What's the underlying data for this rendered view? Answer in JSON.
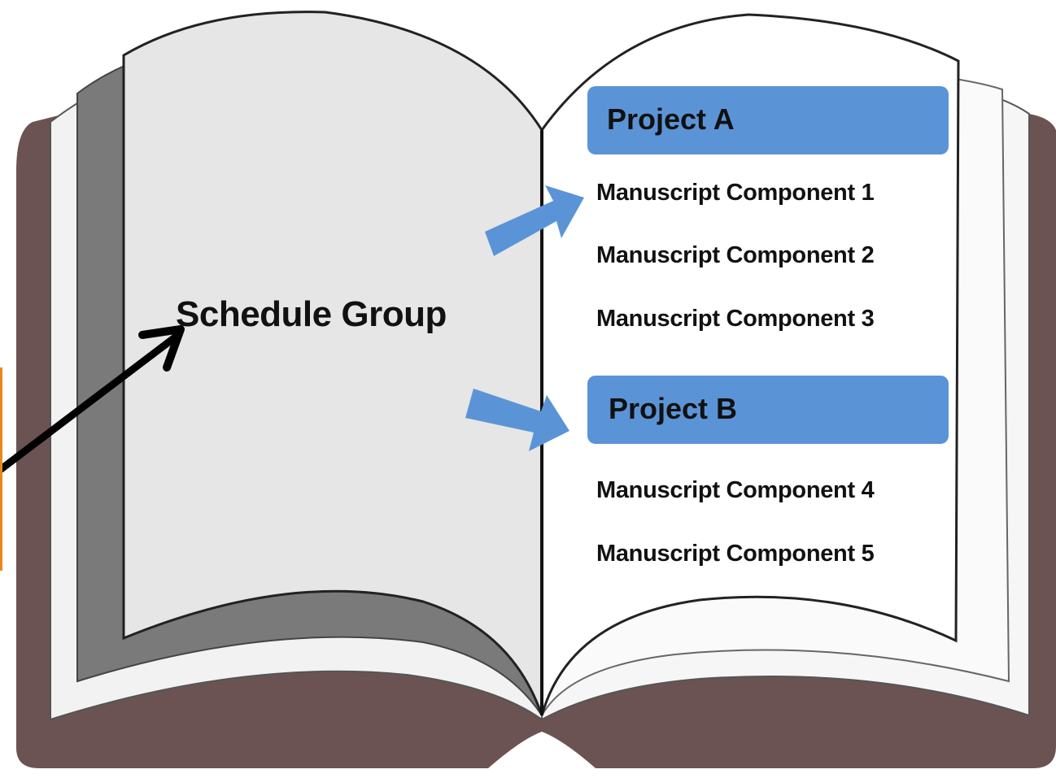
{
  "diagram": {
    "group_label": "Schedule Group",
    "projects": [
      {
        "label": "Project A",
        "components": [
          "Manuscript Component 1",
          "Manuscript Component 2",
          "Manuscript Component 3"
        ]
      },
      {
        "label": "Project B",
        "components": [
          "Manuscript Component 4",
          "Manuscript Component 5"
        ]
      }
    ],
    "colors": {
      "cover": "#6b5353",
      "page_left": "#e6e6e6",
      "page_right": "#ffffff",
      "page_shadow": "#7a7a7a",
      "project_box": "#5b94d6",
      "arrow_blue": "#5b94d6",
      "arrow_black": "#000000",
      "accent_edge": "#e8891e"
    }
  }
}
